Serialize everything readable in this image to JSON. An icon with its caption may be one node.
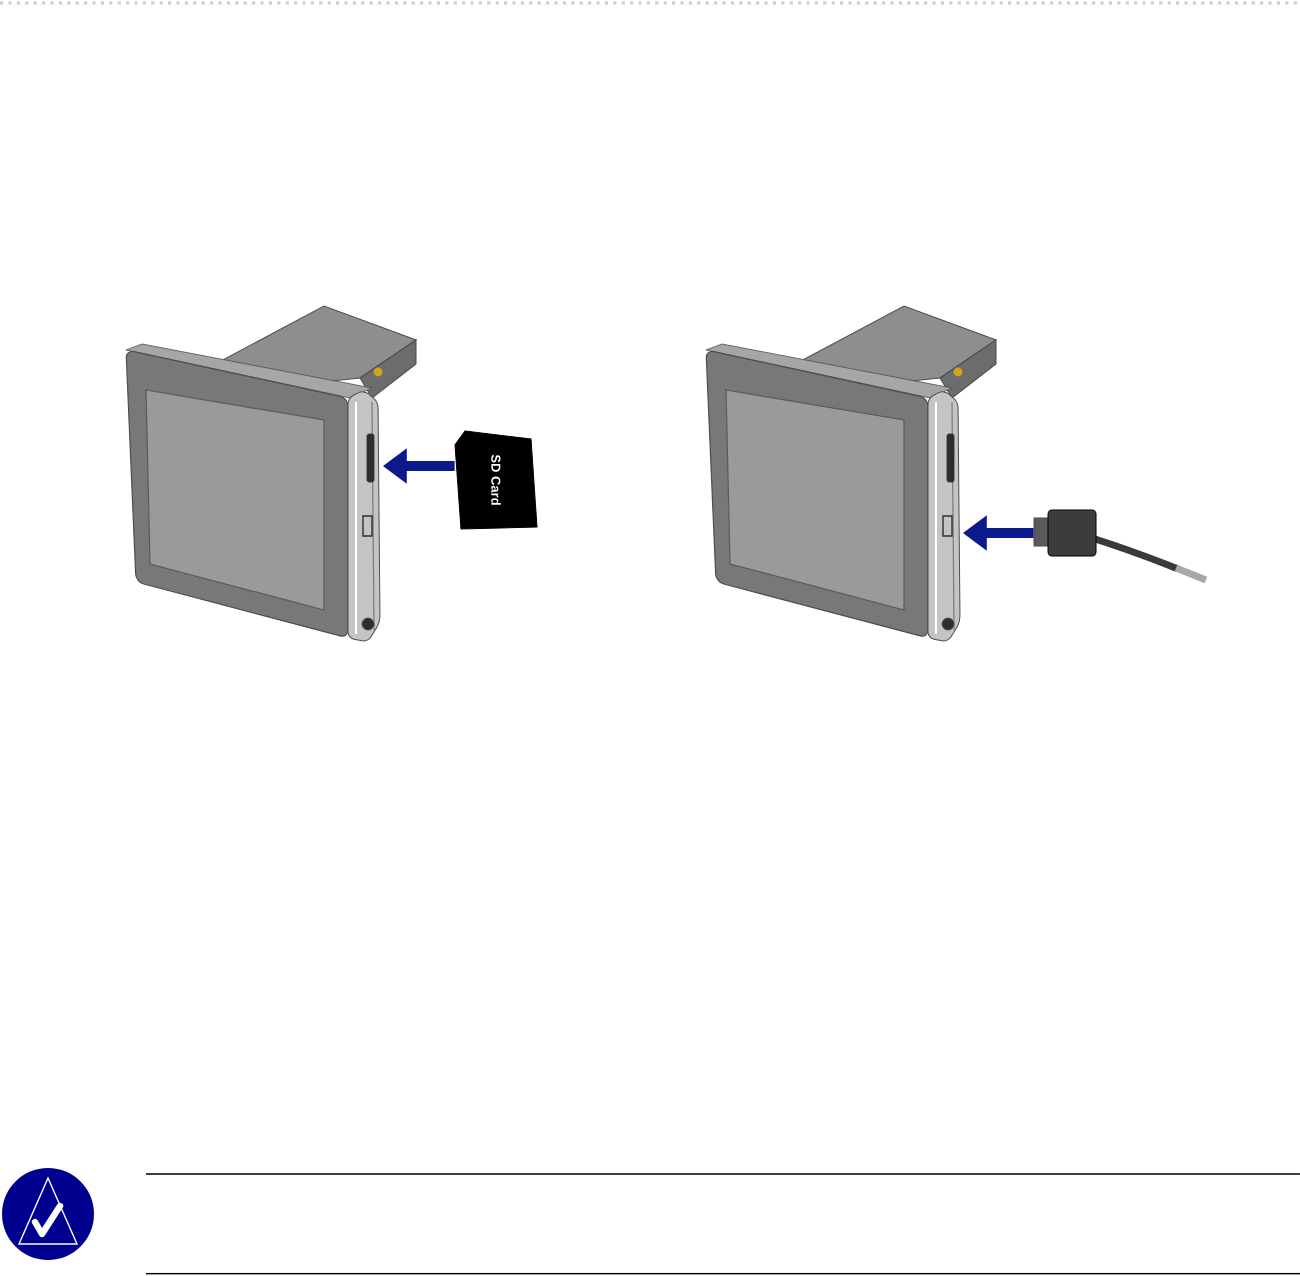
{
  "diagram": {
    "nodes": [
      {
        "text": [],
        "shape": "picture"
      },
      {
        "text": [
          "SD Card"
        ]
      },
      {
        "text": [],
        "shape": "picture"
      },
      {
        "text": [],
        "shape": "picture"
      }
    ],
    "edges": [
      {
        "from": 1,
        "to": 0,
        "arrow": "to"
      },
      {
        "from": 3,
        "to": 2,
        "arrow": "to"
      }
    ]
  }
}
